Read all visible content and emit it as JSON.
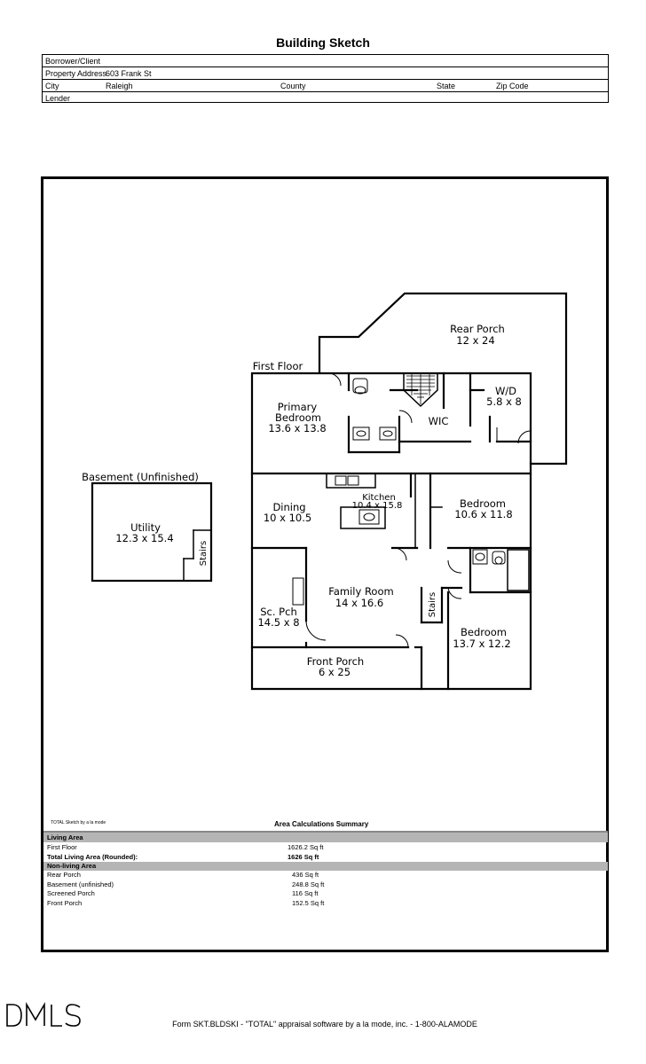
{
  "header": {
    "title": "Building Sketch"
  },
  "info": {
    "borrower_label": "Borrower/Client",
    "borrower_value": "",
    "address_label": "Property Address",
    "address_value": "603 Frank St",
    "city_label": "City",
    "city_value": "Raleigh",
    "county_label": "County",
    "state_label": "State",
    "zip_label": "Zip Code",
    "lender_label": "Lender"
  },
  "sketch": {
    "first_floor_label": "First Floor",
    "basement_label": "Basement (Unfinished)",
    "rooms": {
      "rear_porch": {
        "name": "Rear Porch",
        "dims": "12 x 24"
      },
      "primary_bedroom": {
        "name1": "Primary",
        "name2": "Bedroom",
        "dims": "13.6 x 13.8"
      },
      "wic": {
        "name": "WIC"
      },
      "wd": {
        "name": "W/D",
        "dims": "5.8 x 8"
      },
      "dining": {
        "name": "Dining",
        "dims": "10 x 10.5"
      },
      "kitchen": {
        "name": "Kitchen",
        "dims": "10.4 x 15.8"
      },
      "bedroom1": {
        "name": "Bedroom",
        "dims": "10.6 x 11.8"
      },
      "family_room": {
        "name": "Family Room",
        "dims": "14 x 16.6"
      },
      "sc_pch": {
        "name": "Sc. Pch",
        "dims": "14.5 x 8"
      },
      "stairs_main": {
        "name": "Stairs"
      },
      "bedroom2": {
        "name": "Bedroom",
        "dims": "13.7 x 12.2"
      },
      "front_porch": {
        "name": "Front Porch",
        "dims": "6 x 25"
      },
      "utility": {
        "name": "Utility",
        "dims": "12.3 x 15.4"
      },
      "stairs_basement": {
        "name": "Stairs"
      }
    }
  },
  "summary": {
    "credit": "TOTAL Sketch by a la mode",
    "title": "Area Calculations Summary",
    "living_header": "Living Area",
    "living": [
      {
        "label": "First Floor",
        "value": "1626.2 Sq ft"
      }
    ],
    "total_label": "Total Living Area (Rounded):",
    "total_value": "1626 Sq ft",
    "nonliving_header": "Non-living Area",
    "nonliving": [
      {
        "label": "Rear Porch",
        "value": "436 Sq ft"
      },
      {
        "label": "Basement (unfinished)",
        "value": "248.8 Sq ft"
      },
      {
        "label": "Screened Porch",
        "value": "116 Sq ft"
      },
      {
        "label": "Front Porch",
        "value": "152.5 Sq ft"
      }
    ]
  },
  "branding": {
    "logo_text": "DMLS"
  },
  "footer": {
    "text": "Form SKT.BLDSKI - \"TOTAL\" appraisal software by a la mode, inc. - 1-800-ALAMODE"
  }
}
